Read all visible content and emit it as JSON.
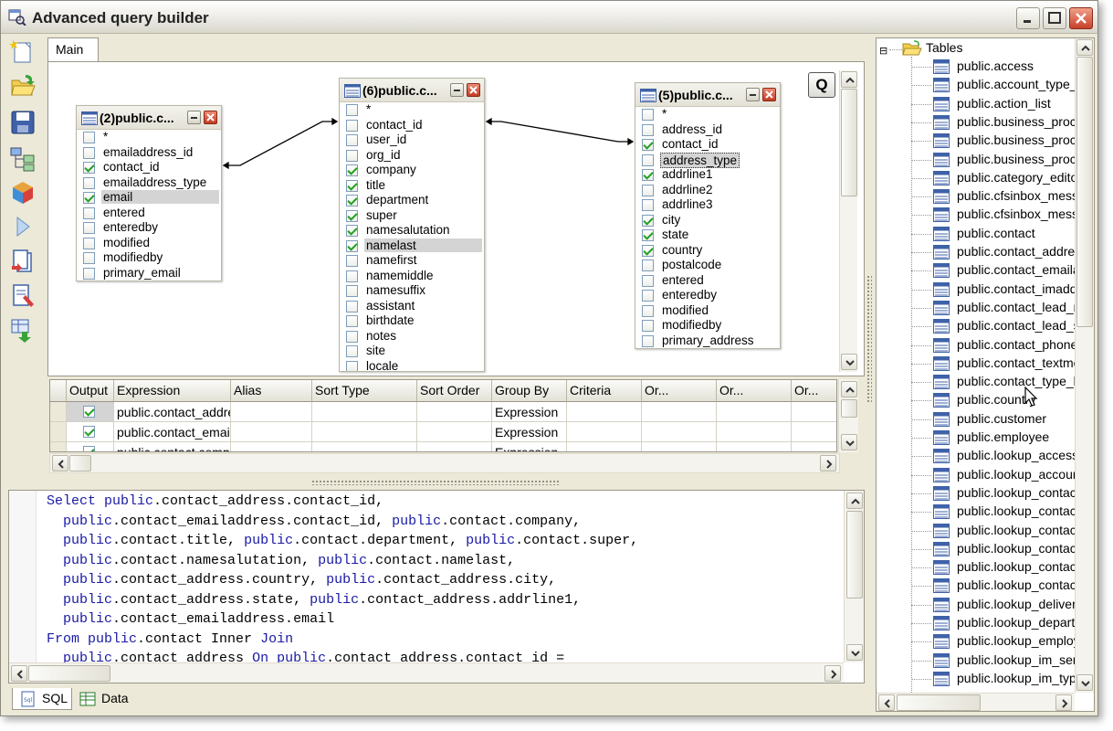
{
  "window": {
    "title": "Advanced query builder"
  },
  "toolbar": {
    "icons": [
      "new-query-icon",
      "open-icon",
      "save-icon",
      "query-structure-icon",
      "object-cube-icon",
      "execute-icon",
      "copy-sql-icon",
      "edit-sql-icon",
      "export-icon"
    ]
  },
  "tabs": {
    "main": "Main",
    "q_badge": "Q"
  },
  "diagram": {
    "tables": [
      {
        "title": "(2)public.c...",
        "fields": [
          {
            "name": "*",
            "checked": false
          },
          {
            "name": "emailaddress_id",
            "checked": false
          },
          {
            "name": "contact_id",
            "checked": true
          },
          {
            "name": "emailaddress_type",
            "checked": false
          },
          {
            "name": "email",
            "checked": true,
            "selected": true
          },
          {
            "name": "entered",
            "checked": false
          },
          {
            "name": "enteredby",
            "checked": false
          },
          {
            "name": "modified",
            "checked": false
          },
          {
            "name": "modifiedby",
            "checked": false
          },
          {
            "name": "primary_email",
            "checked": false
          }
        ]
      },
      {
        "title": "(6)public.c...",
        "fields": [
          {
            "name": "*",
            "checked": false
          },
          {
            "name": "contact_id",
            "checked": false
          },
          {
            "name": "user_id",
            "checked": false
          },
          {
            "name": "org_id",
            "checked": false
          },
          {
            "name": "company",
            "checked": true
          },
          {
            "name": "title",
            "checked": true
          },
          {
            "name": "department",
            "checked": true
          },
          {
            "name": "super",
            "checked": true
          },
          {
            "name": "namesalutation",
            "checked": true
          },
          {
            "name": "namelast",
            "checked": true,
            "selected": true
          },
          {
            "name": "namefirst",
            "checked": false
          },
          {
            "name": "namemiddle",
            "checked": false
          },
          {
            "name": "namesuffix",
            "checked": false
          },
          {
            "name": "assistant",
            "checked": false
          },
          {
            "name": "birthdate",
            "checked": false
          },
          {
            "name": "notes",
            "checked": false
          },
          {
            "name": "site",
            "checked": false
          },
          {
            "name": "locale",
            "checked": false
          }
        ]
      },
      {
        "title": "(5)public.c...",
        "fields": [
          {
            "name": "*",
            "checked": false
          },
          {
            "name": "address_id",
            "checked": false
          },
          {
            "name": "contact_id",
            "checked": true
          },
          {
            "name": "address_type",
            "checked": false,
            "focus": true
          },
          {
            "name": "addrline1",
            "checked": true
          },
          {
            "name": "addrline2",
            "checked": false
          },
          {
            "name": "addrline3",
            "checked": false
          },
          {
            "name": "city",
            "checked": true
          },
          {
            "name": "state",
            "checked": true
          },
          {
            "name": "country",
            "checked": true
          },
          {
            "name": "postalcode",
            "checked": false
          },
          {
            "name": "entered",
            "checked": false
          },
          {
            "name": "enteredby",
            "checked": false
          },
          {
            "name": "modified",
            "checked": false
          },
          {
            "name": "modifiedby",
            "checked": false
          },
          {
            "name": "primary_address",
            "checked": false
          }
        ]
      }
    ]
  },
  "grid": {
    "headers": [
      "Output",
      "Expression",
      "Alias",
      "Sort Type",
      "Sort Order",
      "Group By",
      "Criteria",
      "Or...",
      "Or...",
      "Or..."
    ],
    "rows": [
      {
        "output": true,
        "expression": "public.contact_addre",
        "group_by": "Expression"
      },
      {
        "output": true,
        "expression": "public.contact_email",
        "group_by": "Expression"
      },
      {
        "output": true,
        "expression": "public.contact.comp",
        "group_by": "Expression"
      }
    ]
  },
  "sql": {
    "lines": [
      [
        [
          "kw",
          "Select "
        ],
        [
          "kw",
          "public"
        ],
        [
          "",
          "."
        ],
        [
          "",
          "contact_address.contact_id,"
        ]
      ],
      [
        [
          "",
          "  "
        ],
        [
          "kw",
          "public"
        ],
        [
          "",
          ".contact_emailaddress.contact_id, "
        ],
        [
          "kw",
          "public"
        ],
        [
          "",
          ".contact.company,"
        ]
      ],
      [
        [
          "",
          "  "
        ],
        [
          "kw",
          "public"
        ],
        [
          "",
          ".contact.title, "
        ],
        [
          "kw",
          "public"
        ],
        [
          "",
          ".contact.department, "
        ],
        [
          "kw",
          "public"
        ],
        [
          "",
          ".contact.super,"
        ]
      ],
      [
        [
          "",
          "  "
        ],
        [
          "kw",
          "public"
        ],
        [
          "",
          ".contact.namesalutation, "
        ],
        [
          "kw",
          "public"
        ],
        [
          "",
          ".contact.namelast,"
        ]
      ],
      [
        [
          "",
          "  "
        ],
        [
          "kw",
          "public"
        ],
        [
          "",
          ".contact_address.country, "
        ],
        [
          "kw",
          "public"
        ],
        [
          "",
          ".contact_address.city,"
        ]
      ],
      [
        [
          "",
          "  "
        ],
        [
          "kw",
          "public"
        ],
        [
          "",
          ".contact_address.state, "
        ],
        [
          "kw",
          "public"
        ],
        [
          "",
          ".contact_address.addrline1,"
        ]
      ],
      [
        [
          "",
          "  "
        ],
        [
          "kw",
          "public"
        ],
        [
          "",
          ".contact_emailaddress.email"
        ]
      ],
      [
        [
          "kw",
          "From "
        ],
        [
          "kw",
          "public"
        ],
        [
          "",
          ".contact Inner "
        ],
        [
          "kw",
          "Join"
        ]
      ],
      [
        [
          "",
          "  "
        ],
        [
          "kw",
          "public"
        ],
        [
          "",
          ".contact_address "
        ],
        [
          "kw",
          "On "
        ],
        [
          "kw",
          "public"
        ],
        [
          "",
          ".contact_address.contact_id ="
        ]
      ]
    ]
  },
  "bottom_tabs": {
    "sql": "SQL",
    "data": "Data"
  },
  "tree": {
    "root": "Tables",
    "items": [
      "public.access",
      "public.account_type_",
      "public.action_list",
      "public.business_proce",
      "public.business_proce",
      "public.business_proce",
      "public.category_edito",
      "public.cfsinbox_mess",
      "public.cfsinbox_mess",
      "public.contact",
      "public.contact_addre",
      "public.contact_emaila",
      "public.contact_imadd",
      "public.contact_lead_r",
      "public.contact_lead_s",
      "public.contact_phone",
      "public.contact_textme",
      "public.contact_type_l",
      "public.country",
      "public.customer",
      "public.employee",
      "public.lookup_access",
      "public.lookup_accour",
      "public.lookup_contac",
      "public.lookup_contac",
      "public.lookup_contac",
      "public.lookup_contac",
      "public.lookup_contac",
      "public.lookup_contac",
      "public.lookup_deliver",
      "public.lookup_departr",
      "public.lookup_employ",
      "public.lookup_im_ser",
      "public.lookup_im_type"
    ]
  },
  "colors": {
    "keyword": "#1a1aa6",
    "check": "#21a121",
    "selection": "#d4d4d4",
    "chrome": "#ece9d8"
  }
}
